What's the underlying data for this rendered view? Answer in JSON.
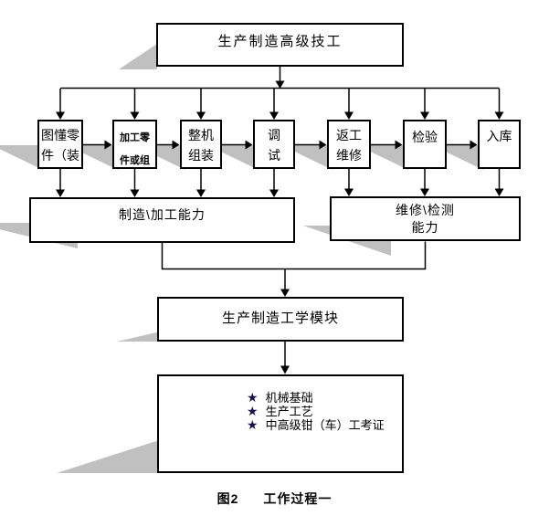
{
  "figure": {
    "top_box": "生产制造高级技工",
    "process_boxes": [
      {
        "line1": "图懂零",
        "line2": "件（装"
      },
      {
        "line1": "加工零",
        "line2": "件或组"
      },
      {
        "line1": "整机",
        "line2": "组装"
      },
      {
        "line1": "调",
        "line2": "试"
      },
      {
        "line1": "返工",
        "line2": "维修"
      },
      {
        "line1": "检验"
      },
      {
        "line1": "入库"
      }
    ],
    "capability_boxes": {
      "left": "制造\\加工能力",
      "right_line1": "维修\\检测",
      "right_line2": "能力"
    },
    "module_box": "生产制造工学模块",
    "outcomes": {
      "bullet_char": "★",
      "items": [
        "机械基础",
        "生产工艺",
        "中高级钳（车）工考证"
      ]
    },
    "caption": {
      "label": "图2",
      "title": "工作过程一"
    },
    "colors": {
      "line": "#000000",
      "box_fill": "#ffffff",
      "box_border": "#000000",
      "shadow": "#c0c0c0",
      "text": "#000000",
      "bullet_star": "#14144b"
    }
  }
}
